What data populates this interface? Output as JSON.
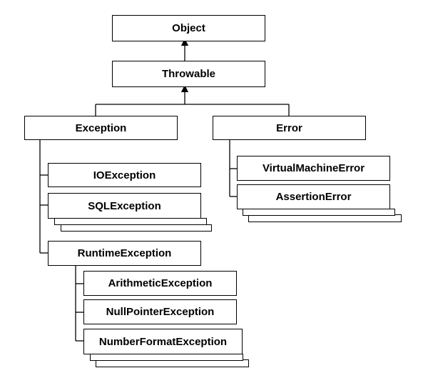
{
  "nodes": {
    "object": "Object",
    "throwable": "Throwable",
    "exception": "Exception",
    "error": "Error",
    "io_exception": "IOException",
    "sql_exception": "SQLException",
    "runtime_exception": "RuntimeException",
    "virtual_machine_error": "VirtualMachineError",
    "assertion_error": "AssertionError",
    "arithmetic_exception": "ArithmeticException",
    "null_pointer_exception": "NullPointerException",
    "number_format_exception": "NumberFormatException"
  },
  "colors": {
    "line": "#000000",
    "box_fill": "#ffffff",
    "text": "#000000"
  }
}
